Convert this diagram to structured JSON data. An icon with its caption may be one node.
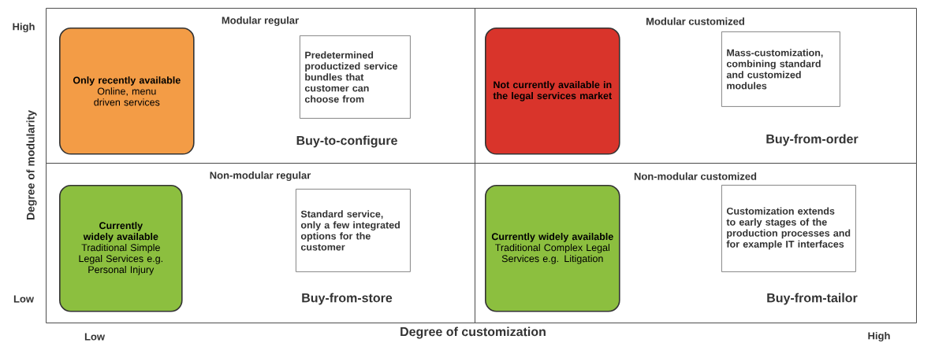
{
  "diagram": {
    "nodes": [
      {
        "text": [
          "Modular regular",
          "Buy-to-configure"
        ]
      },
      {
        "text": [
          "Only recently available",
          "Online, menu driven services"
        ],
        "in": 0
      },
      {
        "text": [
          "Predetermined productized service bundles that customer can choose from"
        ],
        "in": 0
      },
      {
        "text": [
          "Modular customized",
          "Buy-from-order"
        ]
      },
      {
        "text": [
          "Not currently available in the legal services market"
        ],
        "in": 3
      },
      {
        "text": [
          "Mass-customization, combining standard and customized modules"
        ],
        "in": 3
      },
      {
        "text": [
          "Non-modular regular",
          "Buy-from-store"
        ]
      },
      {
        "text": [
          "Currently widely available",
          "Traditional Simple Legal Services e.g. Personal Injury"
        ],
        "in": 6
      },
      {
        "text": [
          "Standard service, only a few integrated options for the customer"
        ],
        "in": 6
      },
      {
        "text": [
          "Non-modular customized",
          "Buy-from-tailor"
        ]
      },
      {
        "text": [
          "Currently widely available",
          "Traditional Complex Legal Services e.g. Litigation"
        ],
        "in": 9
      },
      {
        "text": [
          "Customization extends to early stages of the production processes and for example IT interfaces"
        ],
        "in": 9
      }
    ],
    "labels": [
      "High",
      "Degree of modularity",
      "Low",
      "Low",
      "Degree of customization",
      "High"
    ]
  }
}
